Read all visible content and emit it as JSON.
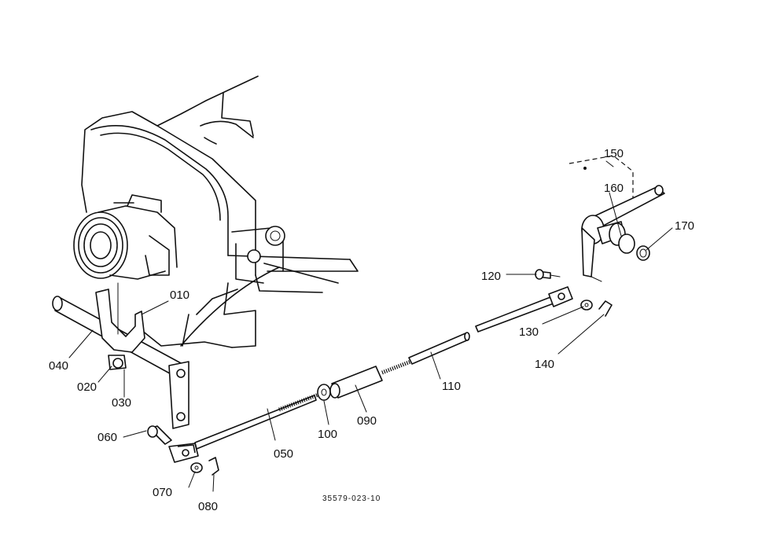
{
  "labels": {
    "p010": "010",
    "p020": "020",
    "p030": "030",
    "p040": "040",
    "p050": "050",
    "p060": "060",
    "p070": "070",
    "p080": "080",
    "p090": "090",
    "p100": "100",
    "p110": "110",
    "p120": "120",
    "p130": "130",
    "p140": "140",
    "p150": "150",
    "p160": "160",
    "p170": "170"
  },
  "drawing_code": "35579-023-10"
}
